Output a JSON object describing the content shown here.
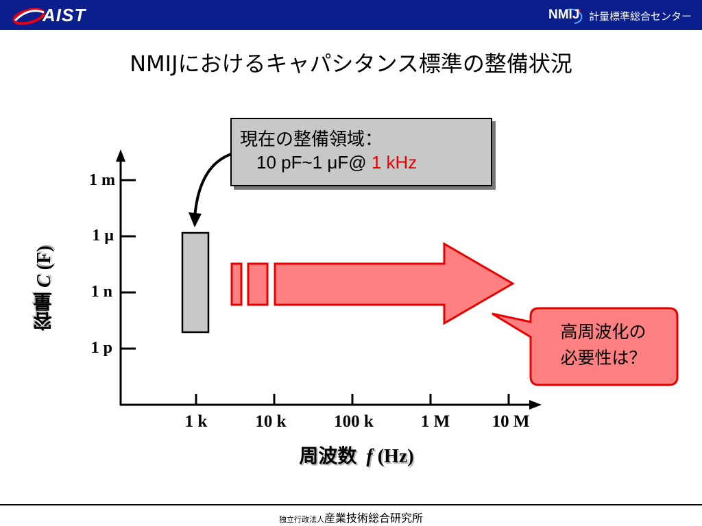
{
  "header": {
    "aist_label": "AIST",
    "nmij_label": "NMIJ",
    "center_name": "計量標準総合センター",
    "bar_color": "#0a1e8c",
    "aist_logo_color": "#e60012"
  },
  "title": "NMIJにおけるキャパシタンス標準の整備状況",
  "diagram": {
    "y_axis": {
      "label_text": "容量",
      "label_symbol": "C",
      "label_unit": "(F)",
      "ticks": [
        "1 m",
        "1 μ",
        "1 n",
        "1 p"
      ]
    },
    "x_axis": {
      "label_text": "周波数",
      "label_symbol": "f",
      "label_unit": "(Hz)",
      "ticks": [
        "1 k",
        "10 k",
        "100 k",
        "1 M",
        "10 M"
      ]
    },
    "current_range": {
      "line1": "現在の整備領域：",
      "line2_prefix": "10 pF~1 μF@ ",
      "line2_highlight": "1 kHz",
      "fill_color": "#c8c8c8",
      "highlight_color": "#e60000"
    },
    "future_arrow": {
      "fill_color": "#ff8080",
      "stroke_color": "#e60000"
    },
    "callout": {
      "line1": "高周波化の",
      "line2": "必要性は？",
      "fill_color": "#ff8080",
      "stroke_color": "#e60000"
    }
  },
  "footer": {
    "prefix": "独立行政法人",
    "org_name": "産業技術総合研究所"
  }
}
